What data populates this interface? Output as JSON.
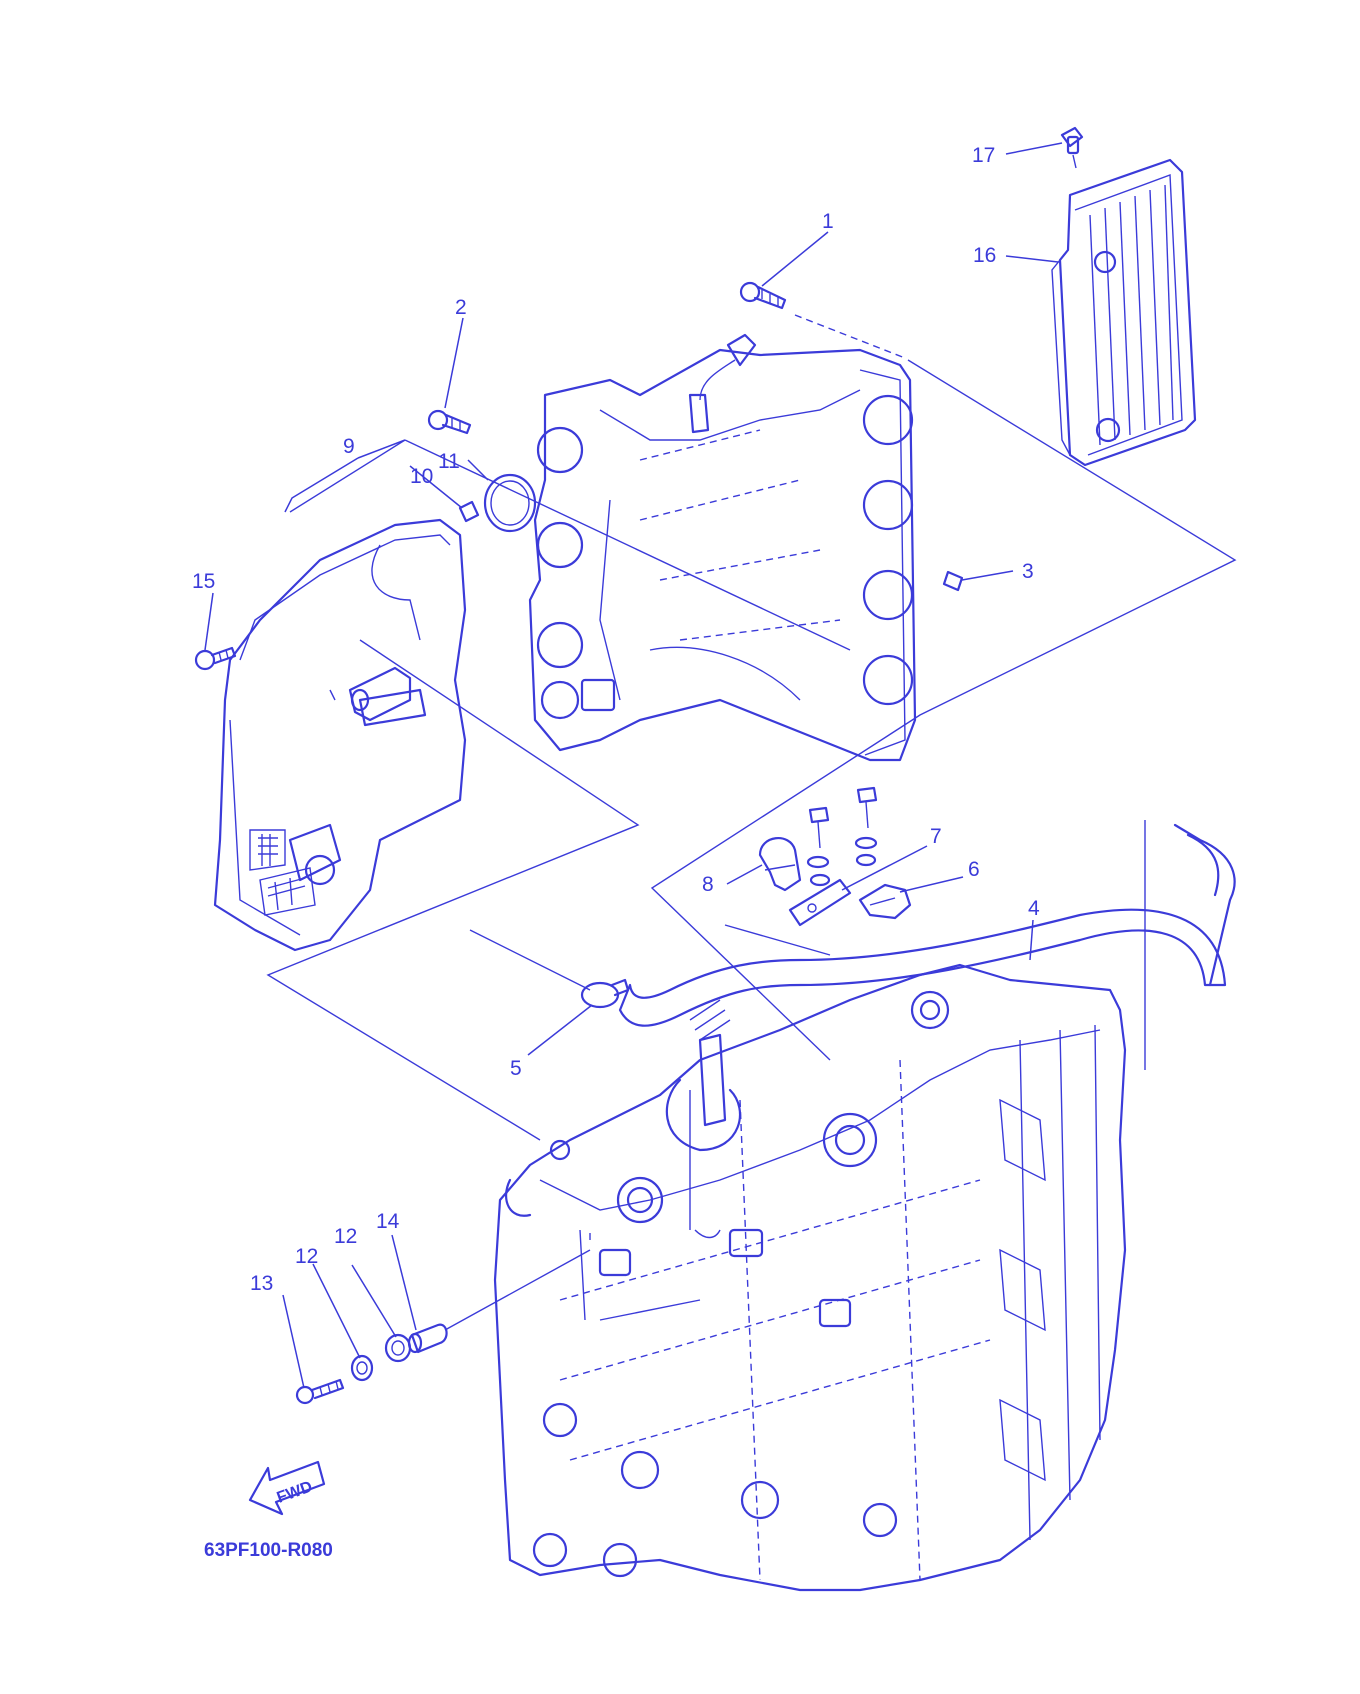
{
  "diagram": {
    "reference_code": "63PF100-R080",
    "direction_label": "FWD",
    "line_color": "#3b3bd9",
    "callouts": [
      "1",
      "2",
      "3",
      "4",
      "5",
      "6",
      "7",
      "8",
      "9",
      "10",
      "11",
      "12",
      "12",
      "13",
      "14",
      "15",
      "16",
      "17"
    ]
  }
}
